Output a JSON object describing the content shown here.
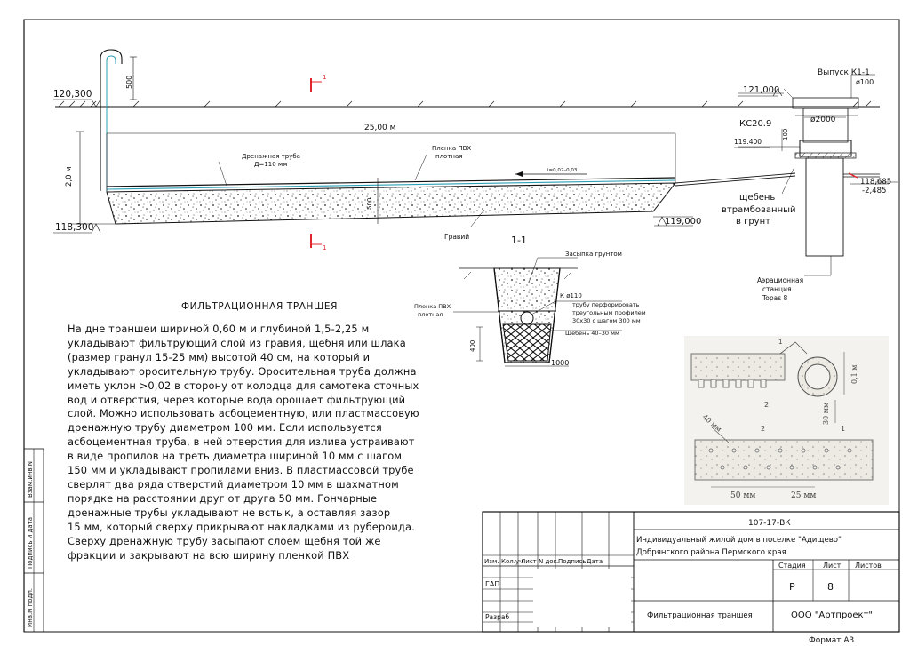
{
  "labels": {
    "elev_top_left": "120,300",
    "elev_bottom_left": "118,300",
    "riser_height": "500",
    "depth_2m": "2,0 м",
    "section_mark": "1",
    "length_25m": "25,00 м",
    "drain_pipe": "Дренажная труба",
    "drain_pipe_dia": "Д=110 мм",
    "pvc_film": "Пленка ПВХ",
    "pvc_film_dense": "плотная",
    "slope": "i=0,02–0,03",
    "gravel": "Гравий",
    "gravel_height": "500",
    "elev_119": "119,000",
    "elev_121": "121,000",
    "ks": "КС20.9",
    "well_dia": "ø2000",
    "elev_119_4": "119.400",
    "well_100": "100",
    "outlet": "Выпуск К1-1",
    "outlet_dia": "ø100",
    "elev_118_685": "118,685",
    "elev_neg": "-2,485",
    "crushed1": "щебень",
    "crushed2": "втрамбованный",
    "crushed3": "в грунт",
    "aeration1": "Аэрационная",
    "aeration2": "станция",
    "aeration3": "Topas 8",
    "section_title": "1-1",
    "backfill": "Засыпка грунтом",
    "k110": "К ø110",
    "perforated1": "трубу перфорировать",
    "perforated2": "треугольным профилем",
    "perforated3": "30х30 с шагом 300 мм",
    "crushed_40": "Щебень 40–30 мм",
    "film1": "Пленка ПВХ",
    "film2": "плотная",
    "dim_400": "400",
    "dim_1000": "1000",
    "detail_mm50": "50 мм",
    "detail_mm25": "25 мм",
    "detail_40mm": "40 мм",
    "detail_01m": "0,1 м",
    "detail_30mm": "30 мм",
    "detail_n1": "1",
    "detail_n2": "2"
  },
  "text": {
    "heading": "ФИЛЬТРАЦИОННАЯ ТРАНШЕЯ",
    "lines": [
      "На дне траншеи шириной 0,60 м и глубиной 1,5-2,25 м",
      "укладывают фильтрующий слой из гравия, щебня или шлака",
      "(размер гранул 15-25 мм) высотой 40 см, на который и",
      "укладывают оросительную трубу. Оросительная труба должна",
      "иметь уклон >0,02 в сторону от колодца для самотека сточных",
      "вод и отверстия, через которые вода орошает фильтрующий",
      "слой. Можно использовать асбоцементную, или пластмассовую",
      "дренажную трубу диаметром 100 мм. Если используется",
      "асбоцементная труба, в ней отверстия для излива устраивают",
      "в виде пропилов на треть диаметра шириной 10 мм с шагом",
      "150 мм и укладывают пропилами вниз. В пластмассовой трубе",
      "сверлят два ряда отверстий диаметром 10 мм в шахматном",
      "порядке на расстоянии друг от друга 50 мм. Гончарные",
      "дренажные трубы укладывают не встык, а оставляя зазор",
      "15 мм, который сверху прикрывают накладками из рубероида.",
      "Сверху дренажную трубу засыпают слоем щебня той же",
      "фракции и закрывают на всю ширину пленкой ПВХ"
    ]
  },
  "title_block": {
    "doc_number": "107-17-ВК",
    "project_line1": "Индивидуальный жилой дом в поселке \"Адищево\"",
    "project_line2": "Добрянского района Пермского края",
    "col_izm": "Изм.",
    "col_koluch": "Кол.уч",
    "col_list": "Лист",
    "col_ndok": "N док.",
    "col_podp": "Подпись",
    "col_data": "Дата",
    "gap": "ГАП",
    "razrab": "Разраб",
    "stadia_label": "Стадия",
    "list_label": "Лист",
    "listov_label": "Листов",
    "stadia": "Р",
    "list": "8",
    "listov": "",
    "sheet_title": "Фильтрационная траншея",
    "company": "ООО \"Артпроект\"",
    "format": "Формат А3"
  },
  "side_stamp": {
    "vzam": "Взам.инв.N",
    "podp": "Подпись и дата",
    "inv": "Инв.N подл."
  }
}
